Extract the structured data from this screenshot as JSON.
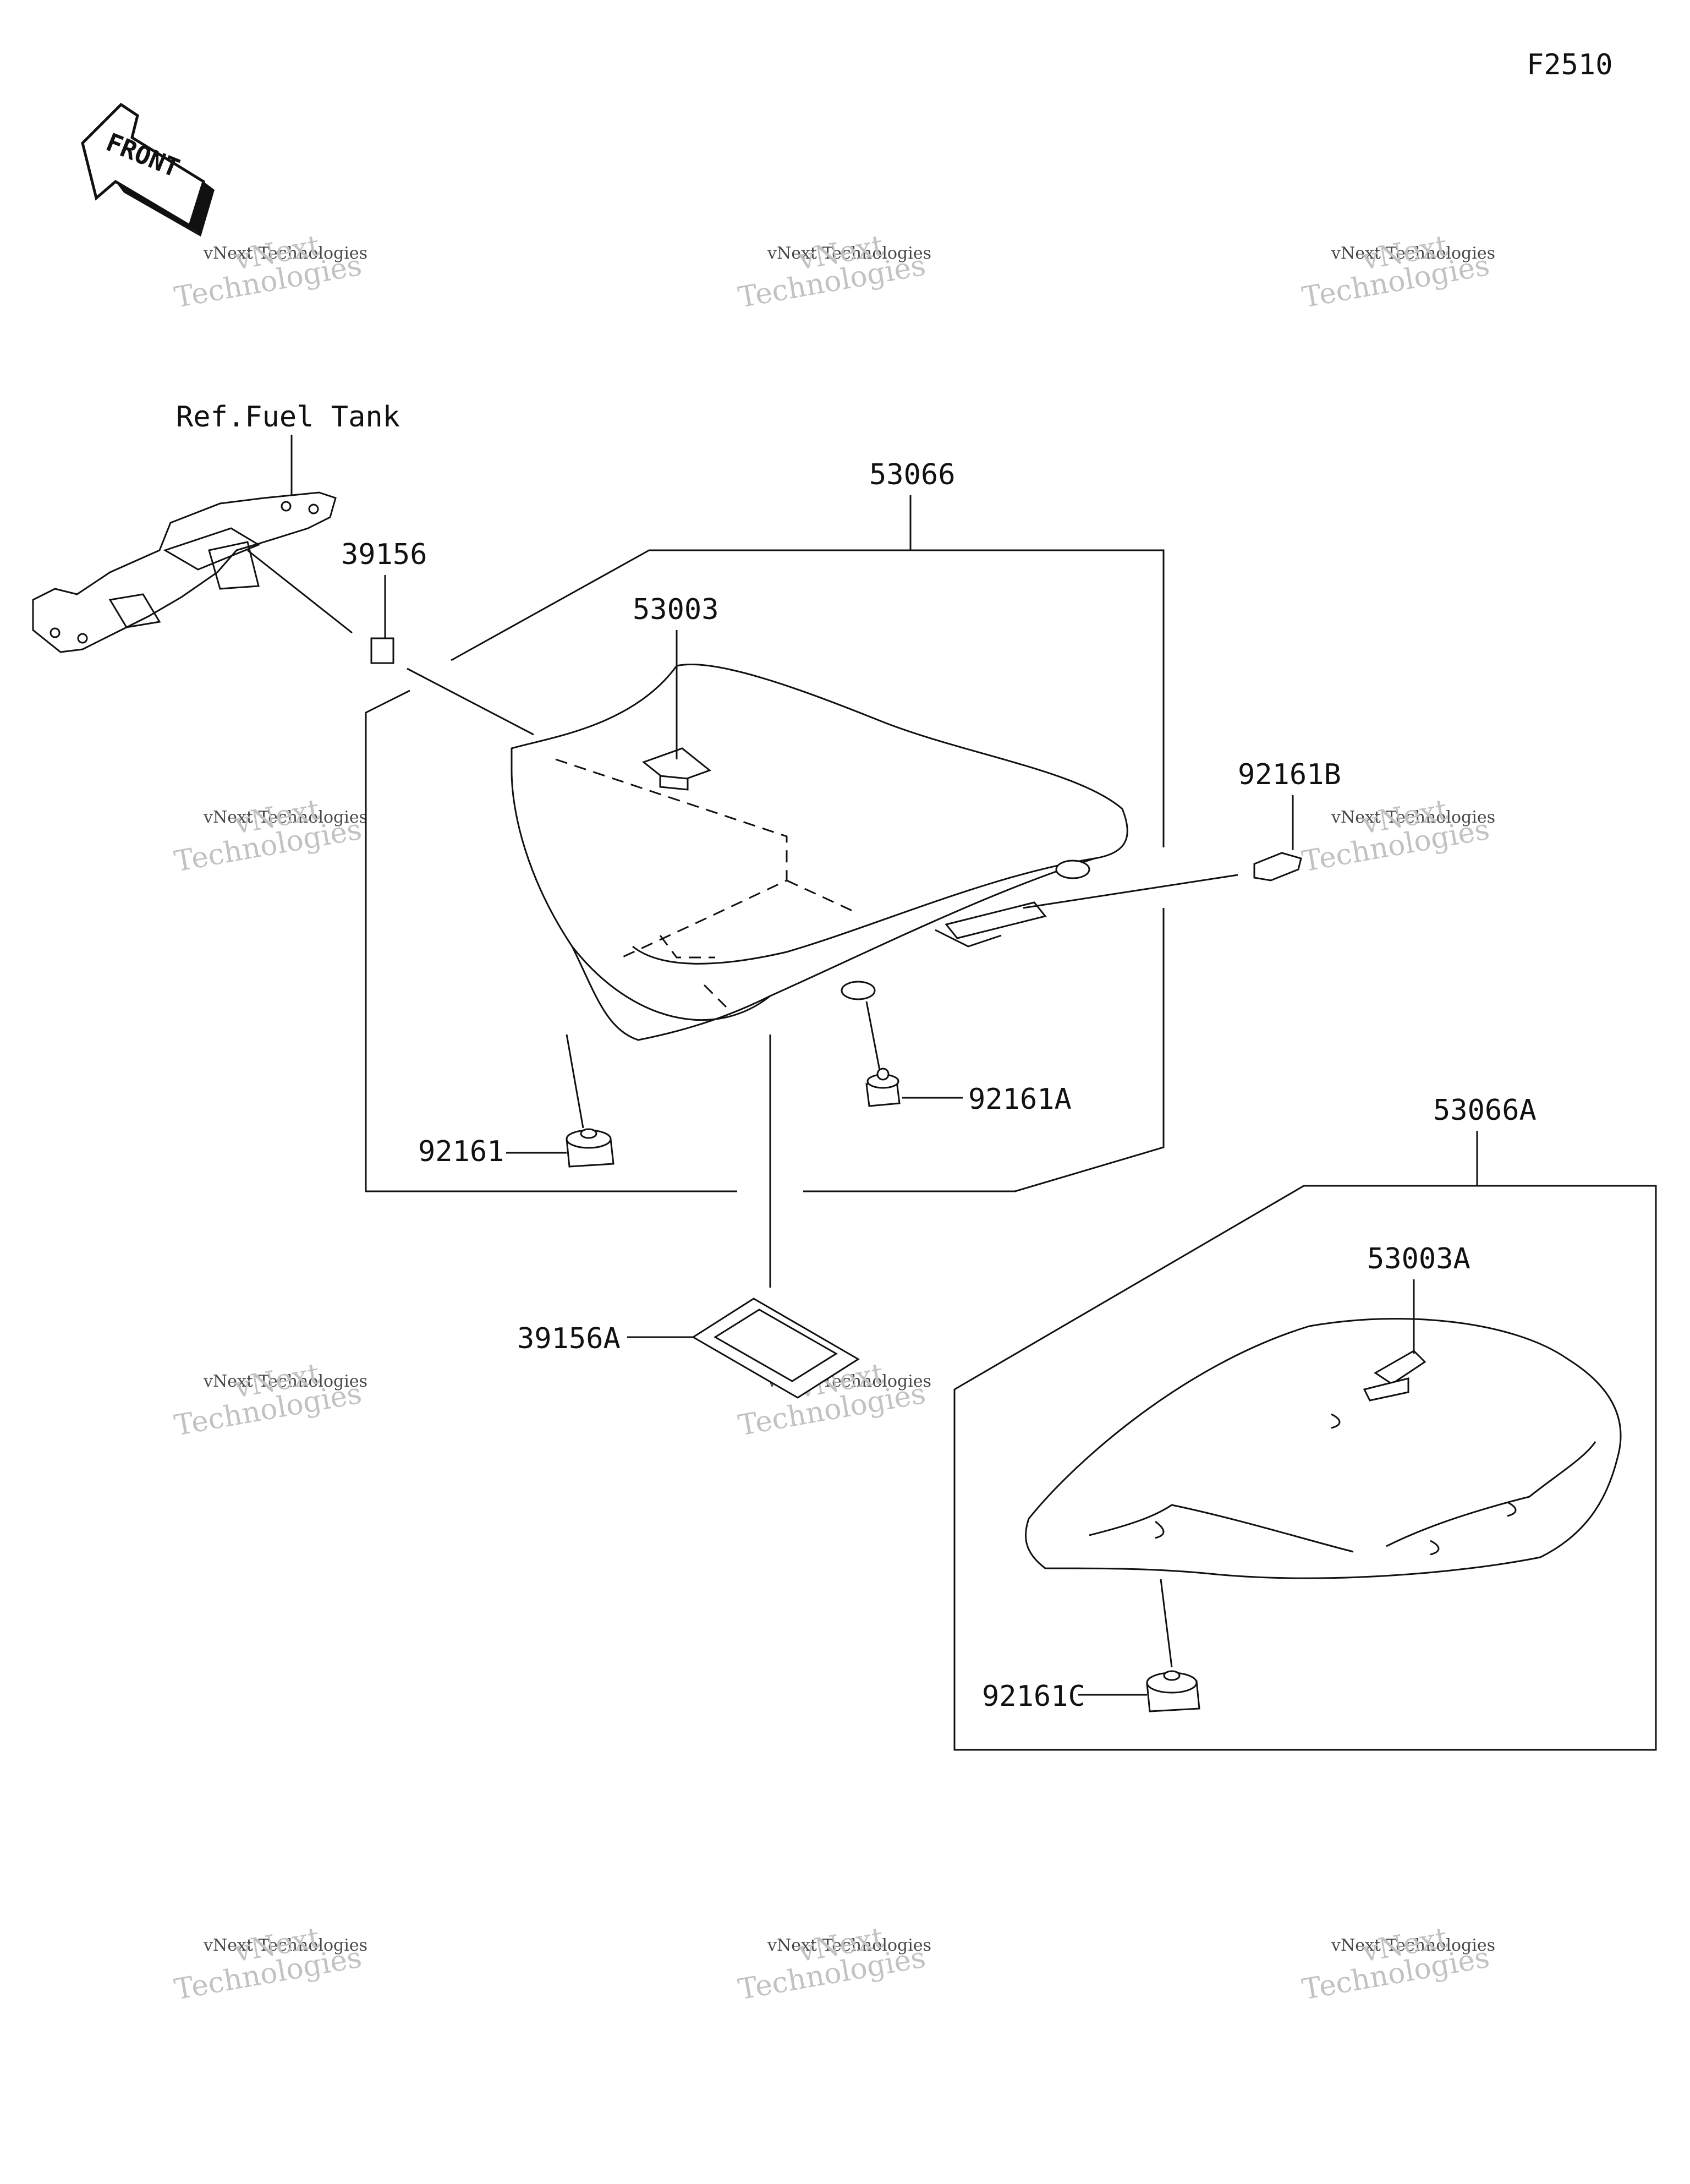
{
  "diagram_code": "F2510",
  "front_label": "FRONT",
  "reference": "Ref.Fuel Tank",
  "parts": [
    {
      "id": "p53066",
      "number": "53066"
    },
    {
      "id": "p39156",
      "number": "39156"
    },
    {
      "id": "p53003",
      "number": "53003"
    },
    {
      "id": "p92161B",
      "number": "92161B"
    },
    {
      "id": "p92161A",
      "number": "92161A"
    },
    {
      "id": "p92161",
      "number": "92161"
    },
    {
      "id": "p53066A",
      "number": "53066A"
    },
    {
      "id": "p53003A",
      "number": "53003A"
    },
    {
      "id": "p39156A",
      "number": "39156A"
    },
    {
      "id": "p92161C",
      "number": "92161C"
    }
  ],
  "watermark": {
    "line1": "vNext Technologies",
    "line2": "Technologies",
    "line3": "vNext"
  }
}
